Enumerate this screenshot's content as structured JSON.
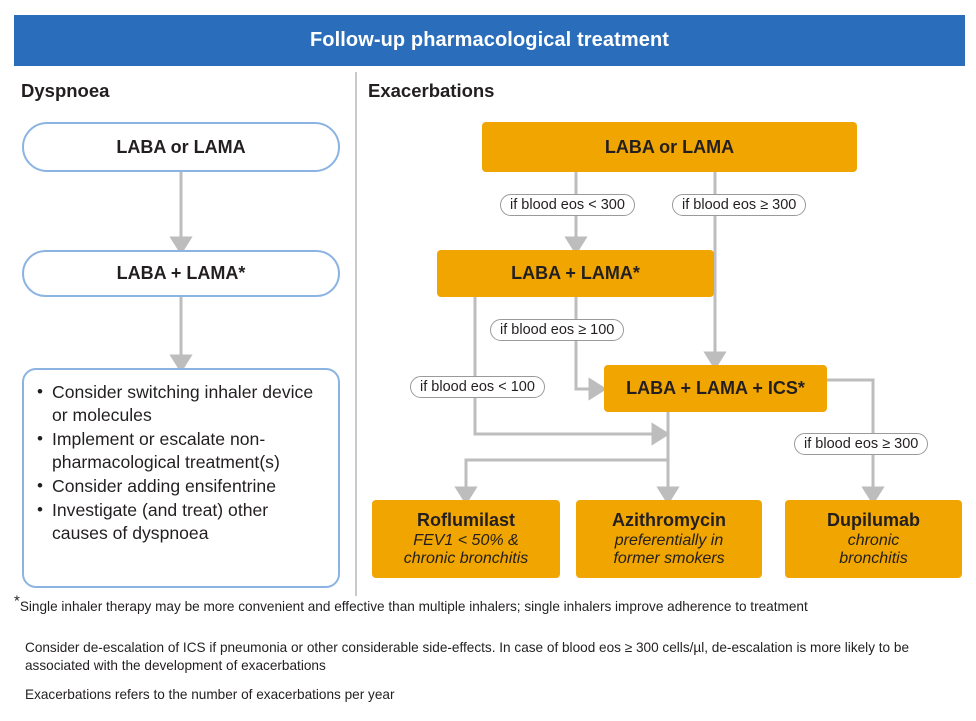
{
  "header": {
    "title": "Follow-up pharmacological treatment",
    "bar_color": "#2a6ebb"
  },
  "colors": {
    "header_blue": "#2a6ebb",
    "pill_border_blue": "#8cb4e2",
    "box_orange": "#f0a500",
    "connector_grey": "#bdbdbd",
    "text_dark": "#231f20"
  },
  "columns": {
    "left": {
      "heading": "Dyspnoea",
      "nodes": {
        "step1": "LABA or LAMA",
        "step2": "LABA + LAMA*"
      },
      "bullets": [
        "Consider switching inhaler device or molecules",
        "Implement or escalate non-pharmacological treatment(s)",
        "Consider adding ensifentrine",
        "Investigate (and treat) other causes of dyspnoea"
      ]
    },
    "right": {
      "heading": "Exacerbations",
      "nodes": {
        "step1": "LABA or LAMA",
        "step2": "LABA + LAMA*",
        "step3": "LABA + LAMA + ICS*"
      },
      "conditions": {
        "eos_lt_300": "if blood eos < 300",
        "eos_ge_300": "if blood eos ≥ 300",
        "eos_ge_100": "if blood eos ≥ 100",
        "eos_lt_100": "if blood eos < 100",
        "eos_ge_300_b": "if blood eos ≥ 300"
      },
      "outcomes": [
        {
          "name": "Roflumilast",
          "detail": "FEV1 < 50% &\nchronic bronchitis"
        },
        {
          "name": "Azithromycin",
          "detail": "preferentially in\nformer smokers"
        },
        {
          "name": "Dupilumab",
          "detail": "chronic\nbronchitis"
        }
      ]
    }
  },
  "footnotes": {
    "star_marker": "*",
    "note1": "Single inhaler therapy may be more convenient and effective than multiple inhalers; single inhalers improve adherence to treatment",
    "note2": "Consider de-escalation of ICS if pneumonia or other considerable side-effects. In case of blood eos ≥ 300 cells/µl, de-escalation is more likely to be associated with the development of exacerbations",
    "note3": "Exacerbations refers to the number of exacerbations per year"
  }
}
